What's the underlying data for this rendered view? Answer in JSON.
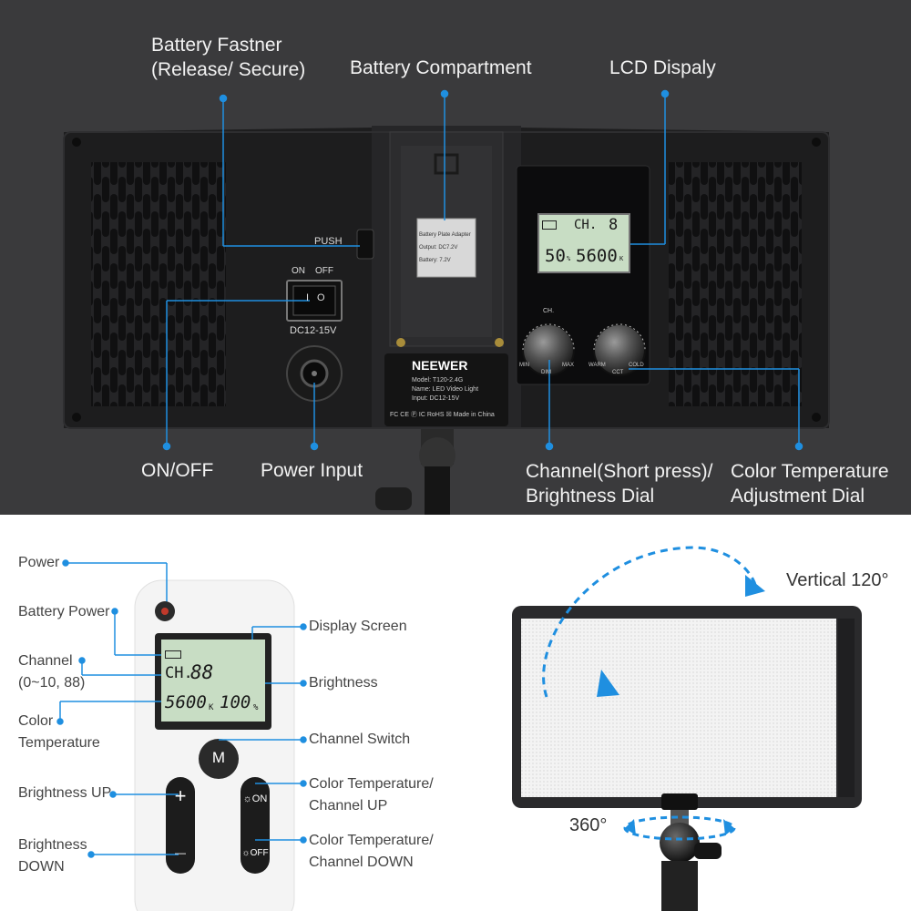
{
  "top": {
    "callouts": {
      "battery_fastener": [
        "Battery Fastner",
        "(Release/ Secure)"
      ],
      "battery_compartment": "Battery Compartment",
      "lcd_display": "LCD Dispaly",
      "on_off": "ON/OFF",
      "power_input": "Power Input",
      "channel_dial": [
        "Channel(Short press)/",
        "Brightness Dial"
      ],
      "color_temp_dial": [
        "Color Temperature",
        "Adjustment Dial"
      ]
    },
    "device": {
      "push_label": "PUSH",
      "switch_on": "ON",
      "switch_off": "OFF",
      "switch_i": "I",
      "switch_o": "O",
      "dc_label": "DC12-15V",
      "adapter": {
        "title": "Battery Plate Adapter",
        "output": "Output: DC7.2V",
        "battery": "Battery: 7.2V"
      },
      "brand": "NEEWER",
      "model": "Model:  T120-2.4G",
      "name": "Name:  LED Video Light",
      "input": "Input:  DC12-15V",
      "certs": "FC CE Ⓟ IC RoHS ☒ Made in China",
      "lcd_ch": "CH.",
      "lcd_ch_val": "8",
      "lcd_brightness": "50",
      "lcd_brightness_unit": "%",
      "lcd_temp": "5600",
      "lcd_temp_unit": "K",
      "dial1_top": "CH.",
      "dial1_left": "MIN",
      "dial1_right": "MAX",
      "dial1_bottom": "DIM",
      "dial2_left": "WARM",
      "dial2_right": "COLD",
      "dial2_bottom": "CCT"
    }
  },
  "remote": {
    "labels": {
      "power": "Power",
      "battery_power": "Battery Power",
      "channel": [
        "Channel",
        "(0~10, 88)"
      ],
      "color_temperature": [
        "Color",
        "Temperature"
      ],
      "brightness_up": "Brightness UP",
      "brightness_down": [
        "Brightness",
        "DOWN"
      ],
      "display_screen": "Display Screen",
      "brightness": "Brightness",
      "channel_switch": "Channel Switch",
      "ct_up": [
        "Color Temperature/",
        "Channel UP"
      ],
      "ct_down": [
        "Color Temperature/",
        "Channel DOWN"
      ]
    },
    "lcd": {
      "ch": "CH.",
      "ch_val": "88",
      "temp": "5600",
      "temp_unit": "K",
      "bright": "100",
      "bright_unit": "%"
    },
    "buttons": {
      "m": "M",
      "plus": "+",
      "minus": "—",
      "on": "ON",
      "off": "OFF"
    }
  },
  "panel": {
    "vertical": "Vertical 120°",
    "rotation": "360°"
  },
  "colors": {
    "callout_blue": "#1f8fe0",
    "lcd_green": "#c8ddc4",
    "panel_dark": "#1b1b1c"
  }
}
